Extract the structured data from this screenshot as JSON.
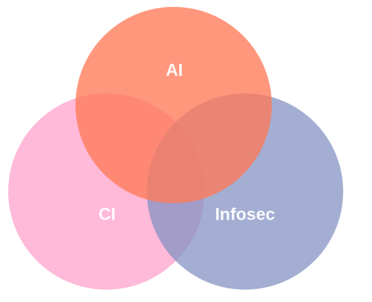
{
  "diagram": {
    "type": "venn",
    "sets": [
      {
        "id": "ai",
        "label": "AI",
        "color": "#ff7a59"
      },
      {
        "id": "ci",
        "label": "CI",
        "color": "#ff9ecb"
      },
      {
        "id": "infosec",
        "label": "Infosec",
        "color": "#7f8fc0"
      }
    ]
  }
}
